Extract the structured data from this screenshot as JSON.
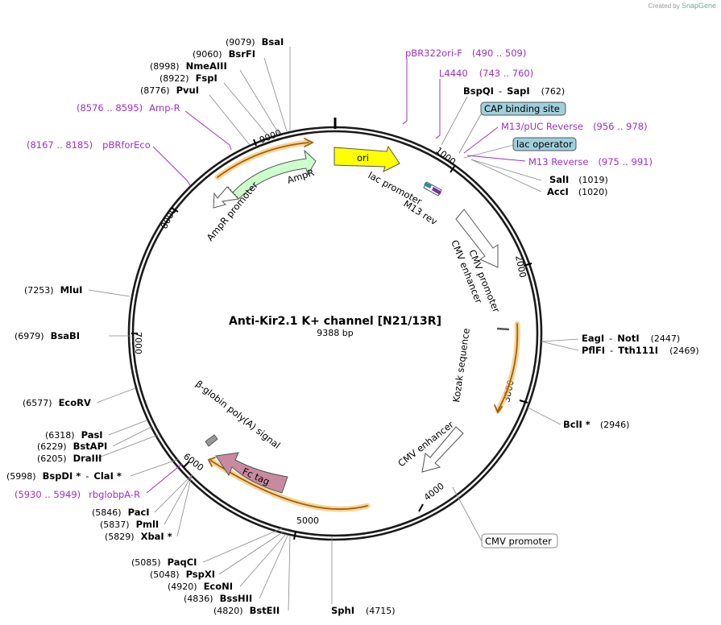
{
  "app": {
    "credit_prefix": "Created by",
    "credit_brand": "SnapGene"
  },
  "plasmid": {
    "name": "Anti-Kir2.1 K+ channel [N21/13R]",
    "length_label": "9388 bp",
    "length": 9388
  },
  "colors": {
    "primer": "#9b30c7",
    "ori": "#ffff00",
    "ampr": "#ccffcc",
    "fc_tag": "#c88aa0",
    "highlight": "#f5c36a",
    "box_fill": "#9fcfdc"
  },
  "ticks": [
    "1000",
    "2000",
    "3000",
    "4000",
    "5000",
    "6000",
    "7000",
    "8000",
    "9000"
  ],
  "sites_right": [
    {
      "name": "BspQI",
      "sep": "-",
      "name2": "SapI",
      "pos": "(762)"
    },
    {
      "name": "SalI",
      "pos": "(1019)"
    },
    {
      "name": "AccI",
      "pos": "(1020)"
    },
    {
      "name": "EagI",
      "sep": "-",
      "name2": "NotI",
      "pos": "(2447)"
    },
    {
      "name": "PflFI",
      "sep": "-",
      "name2": "Tth111I",
      "pos": "(2469)"
    },
    {
      "name": "BclI *",
      "pos": "(2946)"
    }
  ],
  "sites_left": [
    {
      "pos": "(9079)",
      "name": "BsaI"
    },
    {
      "pos": "(9060)",
      "name": "BsrFI"
    },
    {
      "pos": "(8998)",
      "name": "NmeAIII"
    },
    {
      "pos": "(8922)",
      "name": "FspI"
    },
    {
      "pos": "(8776)",
      "name": "PvuI"
    },
    {
      "pos": "(7253)",
      "name": "MluI"
    },
    {
      "pos": "(6979)",
      "name": "BsaBI"
    },
    {
      "pos": "(6577)",
      "name": "EcoRV"
    },
    {
      "pos": "(6318)",
      "name": "PasI"
    },
    {
      "pos": "(6229)",
      "name": "BstAPI"
    },
    {
      "pos": "(6205)",
      "name": "DraIII"
    },
    {
      "pos": "(5998)",
      "name": "BspDI *",
      "sep": "-",
      "name2": "ClaI *"
    },
    {
      "pos": "(5846)",
      "name": "PacI"
    },
    {
      "pos": "(5837)",
      "name": "PmlI"
    },
    {
      "pos": "(5829)",
      "name": "XbaI *"
    },
    {
      "pos": "(5085)",
      "name": "PaqCI"
    },
    {
      "pos": "(5048)",
      "name": "PspXI"
    },
    {
      "pos": "(4920)",
      "name": "EcoNI"
    },
    {
      "pos": "(4836)",
      "name": "BssHII"
    },
    {
      "pos": "(4820)",
      "name": "BstEII"
    }
  ],
  "site_bottom": {
    "name": "SphI",
    "pos": "(4715)"
  },
  "primers": [
    {
      "name": "pBR322ori-F",
      "range": "(490 .. 509)"
    },
    {
      "name": "L4440",
      "range": "(743 .. 760)"
    },
    {
      "name": "M13/pUC Reverse",
      "range": "(956 .. 978)"
    },
    {
      "name": "M13 Reverse",
      "range": "(975 .. 991)"
    },
    {
      "name": "Amp-R",
      "range": "(8576 .. 8595)"
    },
    {
      "name": "pBRforEco",
      "range": "(8167 .. 8185)"
    },
    {
      "name": "rbglobpA-R",
      "range": "(5930 .. 5949)"
    }
  ],
  "boxed_features": [
    "CAP binding site",
    "lac operator",
    "CMV promoter"
  ],
  "features": {
    "ori": "ori",
    "lac_promoter": "lac promoter",
    "m13_rev": "M13 rev",
    "cmv_enhancer_1": "CMV enhancer",
    "cmv_promoter": "CMV promoter",
    "kozak": "Kozak sequence",
    "cmv_enhancer_2": "CMV enhancer",
    "fc_tag": "Fc tag",
    "bglobin": "β-globin poly(A) signal",
    "ampr": "AmpR",
    "ampr_promoter": "AmpR promoter"
  }
}
